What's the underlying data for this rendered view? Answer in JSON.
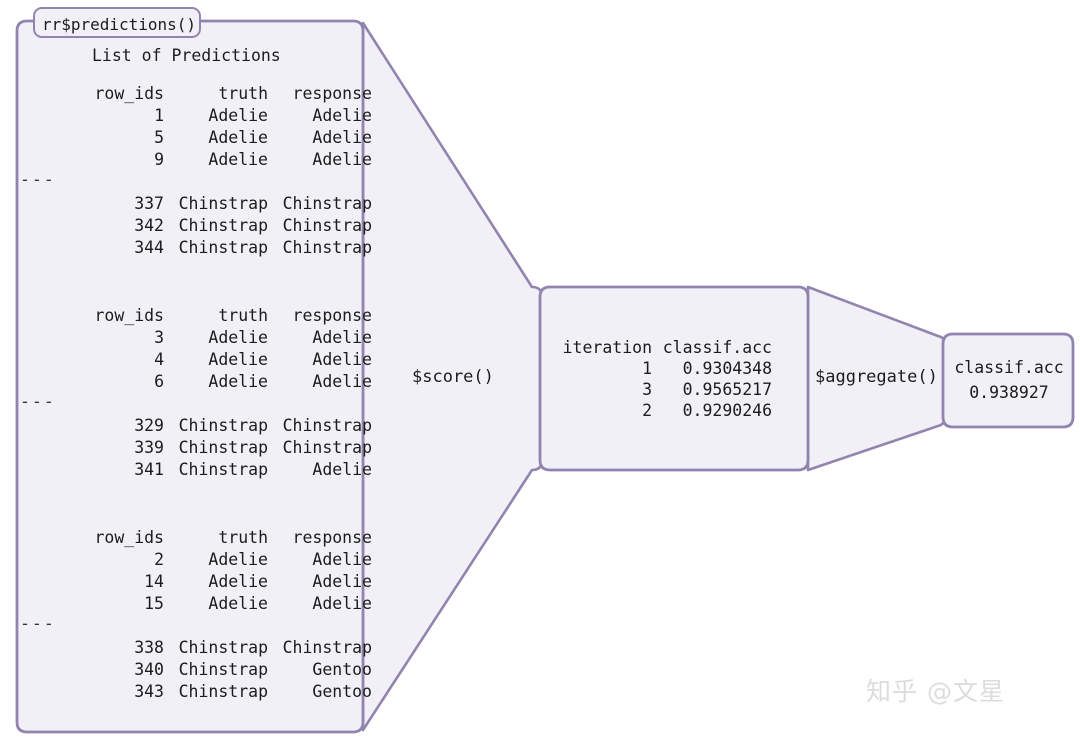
{
  "diagram": {
    "title_tab": "rr$predictions()",
    "list_title": "List of Predictions",
    "separator": "---",
    "colors": {
      "box_fill": "#f2f0f7",
      "box_border": "#9185b0",
      "text": "#1c1c1c",
      "background": "#ffffff",
      "watermark": "#dcdcdc"
    }
  },
  "predictions": {
    "columns": [
      "row_ids",
      "truth",
      "response"
    ],
    "blocks": [
      {
        "head": [
          "row_ids",
          "truth",
          "response"
        ],
        "top_rows": [
          [
            "1",
            "Adelie",
            "Adelie"
          ],
          [
            "5",
            "Adelie",
            "Adelie"
          ],
          [
            "9",
            "Adelie",
            "Adelie"
          ]
        ],
        "bottom_rows": [
          [
            "337",
            "Chinstrap",
            "Chinstrap"
          ],
          [
            "342",
            "Chinstrap",
            "Chinstrap"
          ],
          [
            "344",
            "Chinstrap",
            "Chinstrap"
          ]
        ]
      },
      {
        "head": [
          "row_ids",
          "truth",
          "response"
        ],
        "top_rows": [
          [
            "3",
            "Adelie",
            "Adelie"
          ],
          [
            "4",
            "Adelie",
            "Adelie"
          ],
          [
            "6",
            "Adelie",
            "Adelie"
          ]
        ],
        "bottom_rows": [
          [
            "329",
            "Chinstrap",
            "Chinstrap"
          ],
          [
            "339",
            "Chinstrap",
            "Chinstrap"
          ],
          [
            "341",
            "Chinstrap",
            "Adelie"
          ]
        ]
      },
      {
        "head": [
          "row_ids",
          "truth",
          "response"
        ],
        "top_rows": [
          [
            "2",
            "Adelie",
            "Adelie"
          ],
          [
            "14",
            "Adelie",
            "Adelie"
          ],
          [
            "15",
            "Adelie",
            "Adelie"
          ]
        ],
        "bottom_rows": [
          [
            "338",
            "Chinstrap",
            "Chinstrap"
          ],
          [
            "340",
            "Chinstrap",
            "Gentoo"
          ],
          [
            "343",
            "Chinstrap",
            "Gentoo"
          ]
        ]
      }
    ]
  },
  "score_step": {
    "label": "$score()"
  },
  "scores": {
    "columns": [
      "iteration",
      "classif.acc"
    ],
    "rows": [
      [
        "1",
        "0.9304348"
      ],
      [
        "3",
        "0.9565217"
      ],
      [
        "2",
        "0.9290246"
      ]
    ]
  },
  "aggregate_step": {
    "label": "$aggregate()"
  },
  "aggregated": {
    "metric": "classif.acc",
    "value": "0.938927"
  },
  "watermark": {
    "text": "知乎 @文星"
  }
}
